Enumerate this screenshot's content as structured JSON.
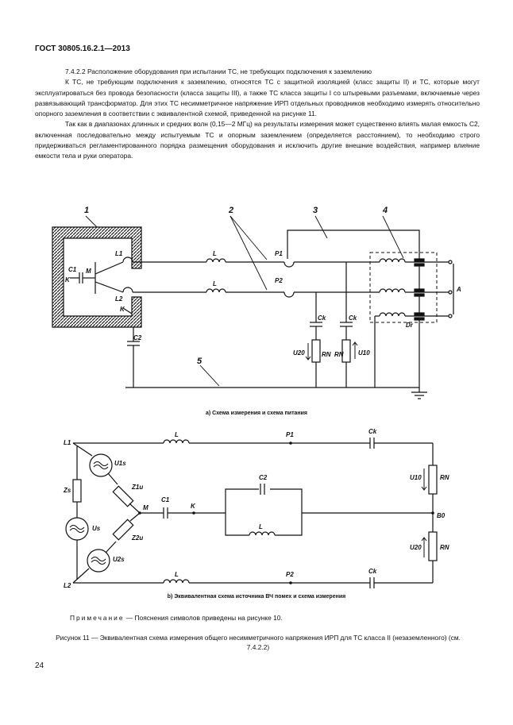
{
  "header": "ГОСТ 30805.16.2.1—2013",
  "paragraphs": [
    "7.4.2.2 Расположение оборудования при испытании ТС, не требующих подключения к заземлению",
    "К ТС, не требующим подключения к заземлению, относятся ТС с защитной изоляцией (класс защиты II) и ТС, которые могут эксплуатироваться без провода безопасности (класса защиты III), а также ТС класса защиты I со штыревыми разъемами, включаемые через развязывающий трансформатор. Для этих ТС несимметричное напряжение ИРП отдельных проводников необходимо измерять относительно опорного заземления в соответствии с эквивалентной схемой, приведенной на рисунке 11.",
    "Так как в диапазонах длинных и средних волн (0,15—2 МГц) на результаты измерения может существенно влиять малая емкость C2, включенная последовательно между испытуемым ТС и опорным заземлением (определяется расстоянием), то необходимо строго придерживаться регламентированного порядка размещения оборудования и исключить другие внешние воздействия, например влияние емкости тела и руки оператора."
  ],
  "diagram_a": {
    "callouts": [
      "1",
      "2",
      "3",
      "4",
      "5"
    ],
    "labels": {
      "C1": "C1",
      "M": "M",
      "K_left": "K",
      "K_box": "K",
      "L1": "L1",
      "L2": "L2",
      "C2": "C2",
      "L_top": "L",
      "L_bottom": "L",
      "P1": "P1",
      "P2": "P2",
      "Ck1": "Ck",
      "Ck2": "Ck",
      "U20": "U20",
      "RN1": "RN",
      "RN2": "RN",
      "U10": "U10",
      "Dr": "Dr",
      "A": "A"
    },
    "caption": "a) Схема измерения и схема питания"
  },
  "diagram_b": {
    "labels": {
      "L1": "L1",
      "L2": "L2",
      "U1s": "U1s",
      "Zs": "Zs",
      "Us": "Us",
      "U2s": "U2s",
      "Z1u": "Z1u",
      "Z2u": "Z2u",
      "M": "M",
      "C1": "C1",
      "K": "K",
      "C2": "C2",
      "L_mid": "L",
      "L_top": "L",
      "P1": "P1",
      "Ck_top": "Ck",
      "L_bottom": "L",
      "P2": "P2",
      "Ck_bottom": "Ck",
      "U10": "U10",
      "RN1": "RN",
      "B0": "B0",
      "U20": "U20",
      "RN2": "RN"
    },
    "caption": "b) Эквивалентная схема источника ВЧ помех и схема измерения"
  },
  "note_label": "Примечание",
  "note_text": " — Пояснения символов приведены на рисунке 10.",
  "figure_title": "Рисунок 11 — Эквивалентная схема измерения общего несимметричного напряжения ИРП для ТС класса II (незаземленного) (см. 7.4.2.2)",
  "page_number": "24",
  "colors": {
    "ink": "#111111",
    "hatch": "#555555"
  }
}
